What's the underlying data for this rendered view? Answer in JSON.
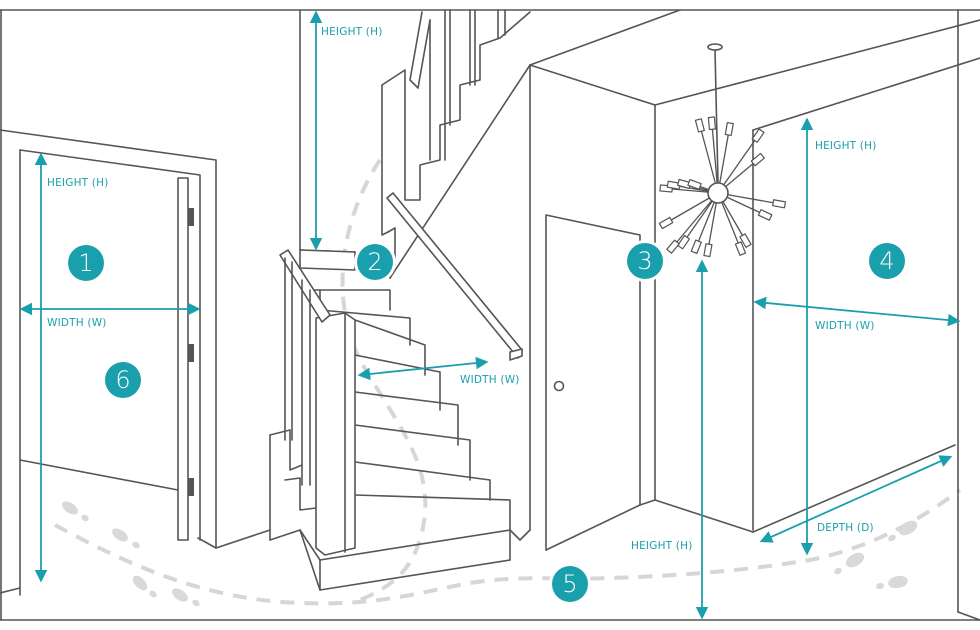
{
  "diagram": {
    "title": "Room measurement guide",
    "colors": {
      "accent": "#1a9fad",
      "line": "#555555",
      "path": "#d6d6d6"
    },
    "markers": [
      {
        "id": "1",
        "label": "1",
        "area": "doorway"
      },
      {
        "id": "2",
        "label": "2",
        "area": "staircase"
      },
      {
        "id": "3",
        "label": "3",
        "area": "ceiling-fixture"
      },
      {
        "id": "4",
        "label": "4",
        "area": "wall"
      },
      {
        "id": "5",
        "label": "5",
        "area": "walking-path"
      },
      {
        "id": "6",
        "label": "6",
        "area": "door"
      }
    ],
    "dimensions": {
      "door_height": "HEIGHT (H)",
      "door_width": "WIDTH (W)",
      "stair_height": "HEIGHT (H)",
      "stair_width": "WIDTH (W)",
      "ceiling_height": "HEIGHT (H)",
      "wall_height": "HEIGHT (H)",
      "wall_width": "WIDTH (W)",
      "wall_depth": "DEPTH (D)"
    }
  }
}
